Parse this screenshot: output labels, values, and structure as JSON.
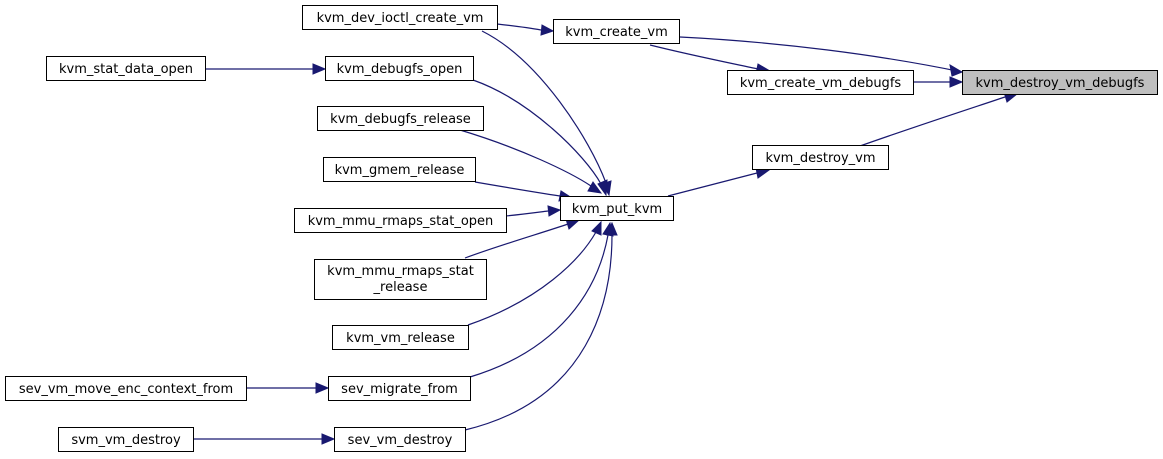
{
  "graph": {
    "nodes": {
      "root": "kvm_destroy_vm_debugfs",
      "create_vm": "kvm_create_vm",
      "create_vm_debugfs": "kvm_create_vm_debugfs",
      "destroy_vm": "kvm_destroy_vm",
      "dev_ioctl_create_vm": "kvm_dev_ioctl_create_vm",
      "put_kvm": "kvm_put_kvm",
      "debugfs_open": "kvm_debugfs_open",
      "stat_data_open": "kvm_stat_data_open",
      "debugfs_release": "kvm_debugfs_release",
      "gmem_release": "kvm_gmem_release",
      "mmu_rmaps_stat_open": "kvm_mmu_rmaps_stat_open",
      "mmu_rmaps_stat_release_1": "kvm_mmu_rmaps_stat",
      "mmu_rmaps_stat_release_2": "_release",
      "vm_release": "kvm_vm_release",
      "migrate_from": "sev_migrate_from",
      "vm_move_enc_context_from": "sev_vm_move_enc_context_from",
      "sev_vm_destroy": "sev_vm_destroy",
      "svm_vm_destroy": "svm_vm_destroy"
    }
  }
}
